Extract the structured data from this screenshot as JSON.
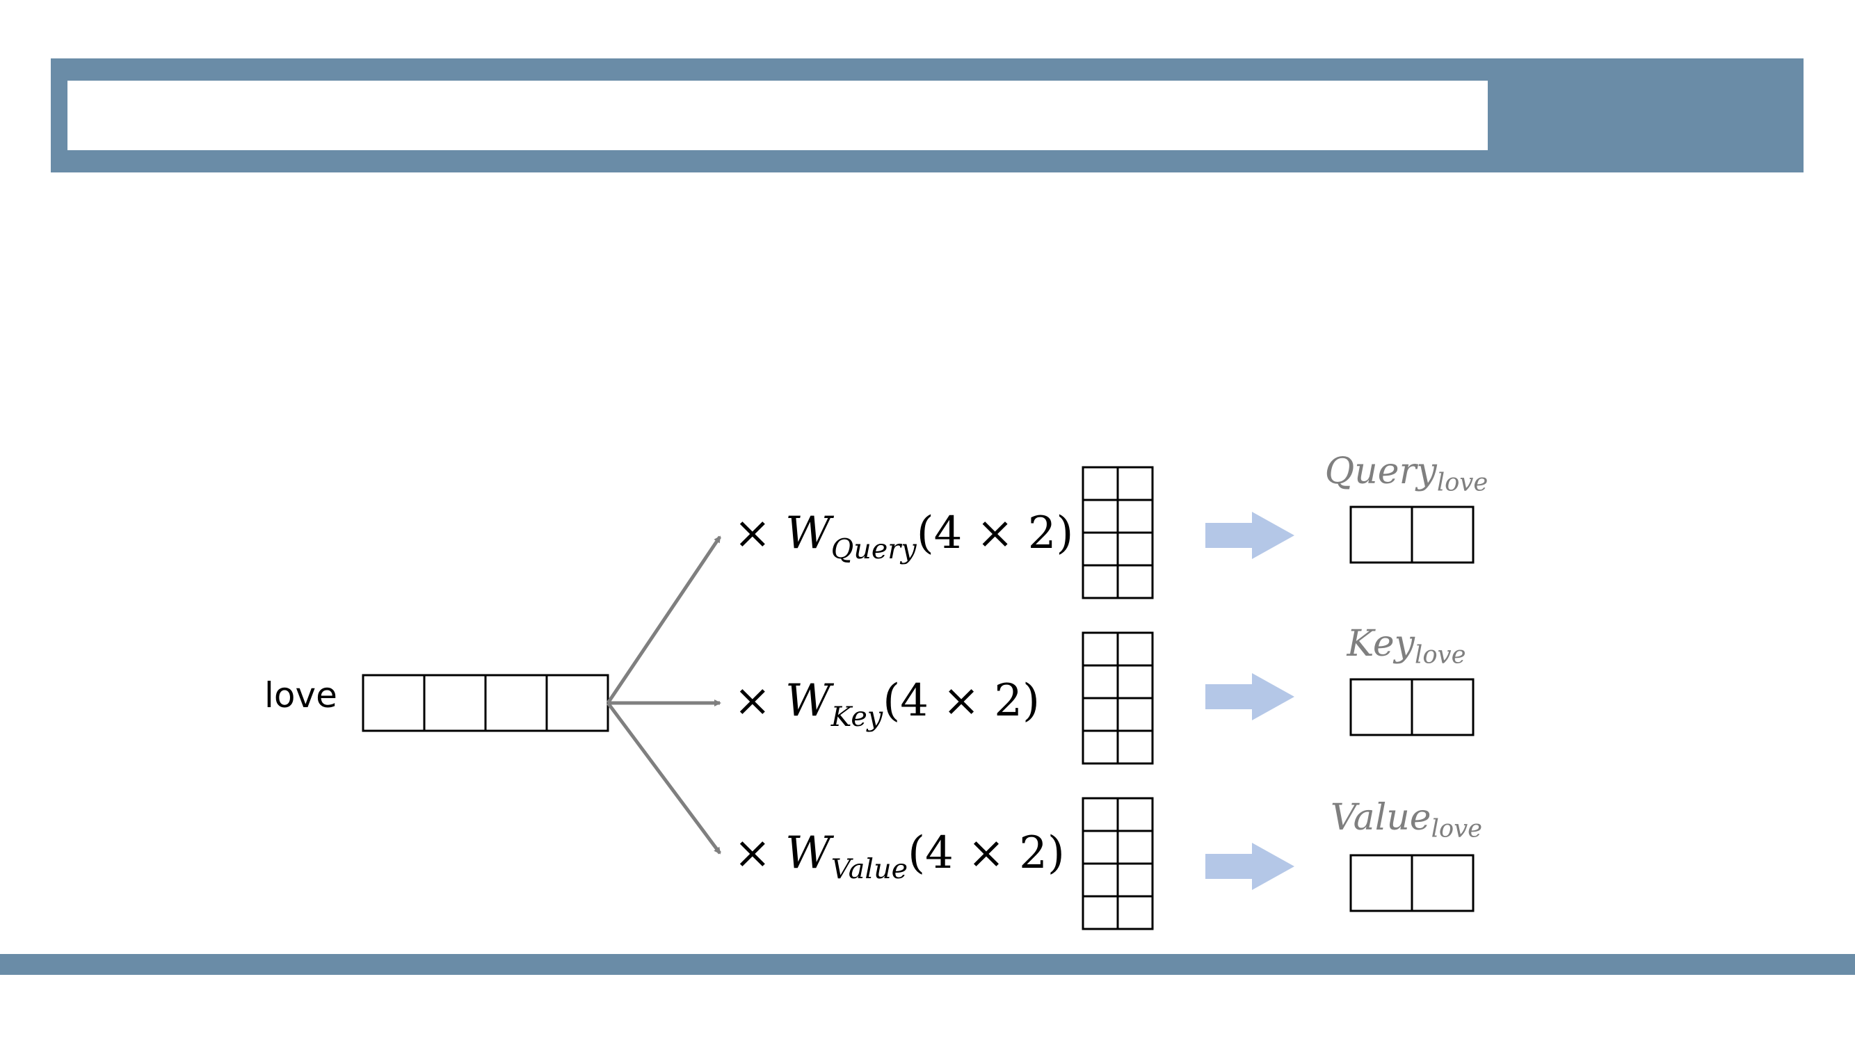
{
  "title": "",
  "input": {
    "word": "love",
    "dim": 4
  },
  "projections": [
    {
      "symbol": "×",
      "weight": "W",
      "subscript": "Query",
      "shape": "(4 × 2)",
      "output_name": "Query",
      "output_sub": "love"
    },
    {
      "symbol": "×",
      "weight": "W",
      "subscript": "Key",
      "shape": "(4 × 2)",
      "output_name": "Key",
      "output_sub": "love"
    },
    {
      "symbol": "×",
      "weight": "W",
      "subscript": "Value",
      "shape": "(4 × 2)",
      "output_name": "Value",
      "output_sub": "love"
    }
  ],
  "matrix": {
    "rows": 4,
    "cols": 2
  },
  "output_dim": 2,
  "colors": {
    "banner": "#6a8ca7",
    "arrow_gray": "#7f7f7f",
    "block_arrow": "#b4c7e7",
    "output_label": "#7f7f7f",
    "grid_stroke": "#000000"
  }
}
